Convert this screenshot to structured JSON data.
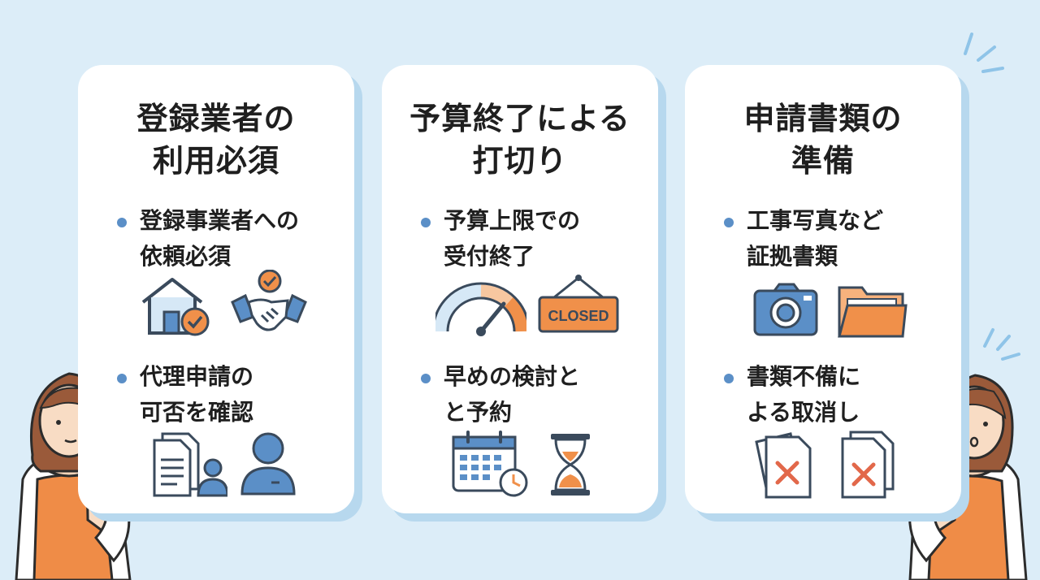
{
  "cards": [
    {
      "title_lines": [
        "登録業者の",
        "利用必須"
      ],
      "bullets": [
        {
          "lines": [
            "登録事業者への",
            "依頼必須"
          ],
          "icons": [
            "house-check-icon",
            "handshake-check-icon"
          ]
        },
        {
          "lines": [
            "代理申請の",
            "可否を確認"
          ],
          "icons": [
            "document-person-icon",
            "person-icon"
          ]
        }
      ]
    },
    {
      "title_lines": [
        "予算終了による",
        "打切り"
      ],
      "bullets": [
        {
          "lines": [
            "予算上限での",
            "受付終了"
          ],
          "icons": [
            "gauge-icon",
            "closed-sign-icon"
          ]
        },
        {
          "lines": [
            "早めの検討と",
            "と予約"
          ],
          "icons": [
            "calendar-clock-icon",
            "hourglass-icon"
          ]
        }
      ]
    },
    {
      "title_lines": [
        "申請書類の",
        "準備"
      ],
      "bullets": [
        {
          "lines": [
            "工事写真など",
            "証拠書類"
          ],
          "icons": [
            "camera-icon",
            "folder-icon"
          ]
        },
        {
          "lines": [
            "書類不備に",
            "よる取消し"
          ],
          "icons": [
            "rejected-document-icon",
            "rejected-document-icon"
          ]
        }
      ]
    }
  ],
  "closed_sign_text": "CLOSED",
  "colors": {
    "background": "#dcedf8",
    "card": "#ffffff",
    "shadow": "#b7d8ee",
    "blue": "#5b8fc7",
    "orange": "#f0904a",
    "outline": "#3a4a5c"
  }
}
